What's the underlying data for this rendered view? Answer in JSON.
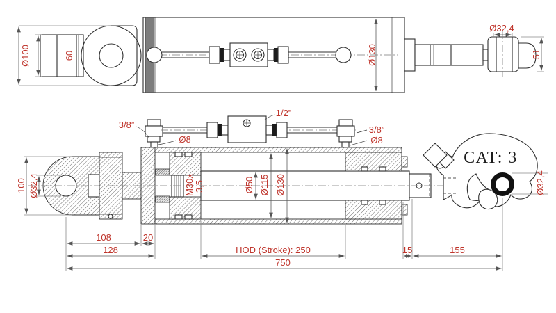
{
  "drawing_type": "hydraulic-cylinder-technical-drawing",
  "colors": {
    "background": "#ffffff",
    "line": "#2f2f2f",
    "dimension_text": "#bf352c",
    "category_text": "#1c1c1c",
    "mount_band": "#7d7d7d",
    "hook_ring": "#111111"
  },
  "top_view": {
    "clevis_outer_diameter": "Ø100",
    "shaft_width": "60",
    "cylinder_outer_diameter": "Ø130",
    "ball_end_diameter": "Ø32,4",
    "ball_end_height": "51"
  },
  "section_view": {
    "hose_fitting_left": "3/8”",
    "pipe_left": "Ø8",
    "valve_fitting": "1/2”",
    "hose_fitting_right": "3/8”",
    "pipe_right": "Ø8",
    "clevis_height": "100",
    "clevis_pin_hole": "Ø32,4",
    "piston_thread_line1": "M30x",
    "piston_thread_line2": "3,5",
    "rod_diameter": "Ø50",
    "bore_diameter": "Ø115",
    "tube_diameter": "Ø130",
    "hook_category": "CAT: 3",
    "hook_pin_hole": "Ø32,4"
  },
  "dimensions": {
    "pin_to_plate": "108",
    "plate_thickness": "20",
    "pin_to_head": "128",
    "stroke": "HOD (Stroke): 250",
    "gland_offset": "15",
    "hook_length": "155",
    "overall_length": "750"
  }
}
